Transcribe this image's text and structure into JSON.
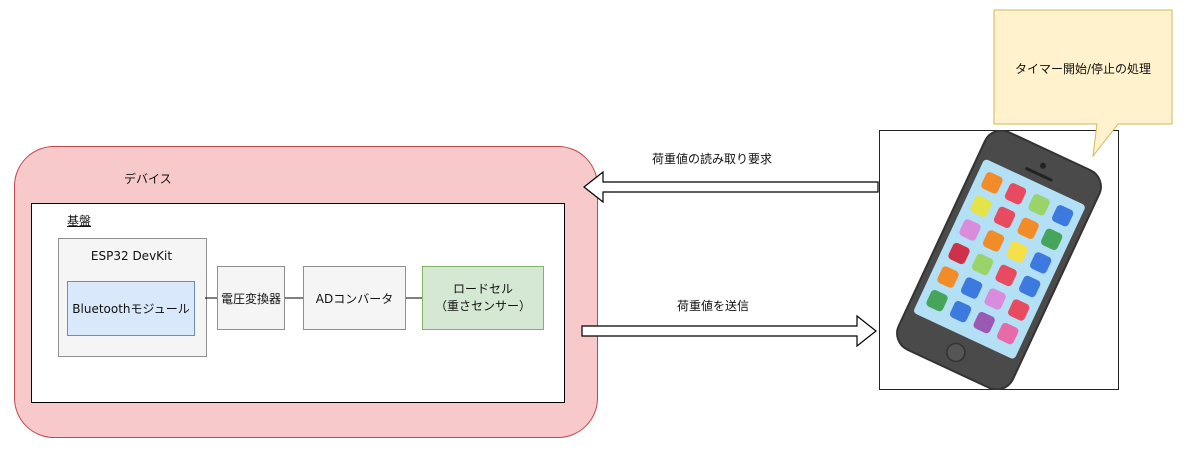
{
  "device": {
    "label": "デバイス"
  },
  "board": {
    "label": "基盤"
  },
  "esp32": {
    "label": "ESP32 DevKit"
  },
  "bluetooth": {
    "label": "Bluetoothモジュール"
  },
  "regulator": {
    "label": "電圧変換器"
  },
  "adc": {
    "label": "ADコンバータ"
  },
  "loadcell": {
    "label_line1": "ロードセル",
    "label_line2": "（重さセンサー）"
  },
  "arrows": {
    "request_label": "荷重値の読み取り要求",
    "send_label": "荷重値を送信"
  },
  "callout": {
    "text": "タイマー開始/停止の処理"
  },
  "colors": {
    "device_fill": "#f8c9cb",
    "device_border": "#c0474c",
    "bluetooth_fill": "#dae8fc",
    "loadcell_fill": "#d5e8d4",
    "callout_fill": "#fff2cc",
    "phone_body": "#4a4a4a",
    "phone_screen": "#b3e0f5"
  }
}
